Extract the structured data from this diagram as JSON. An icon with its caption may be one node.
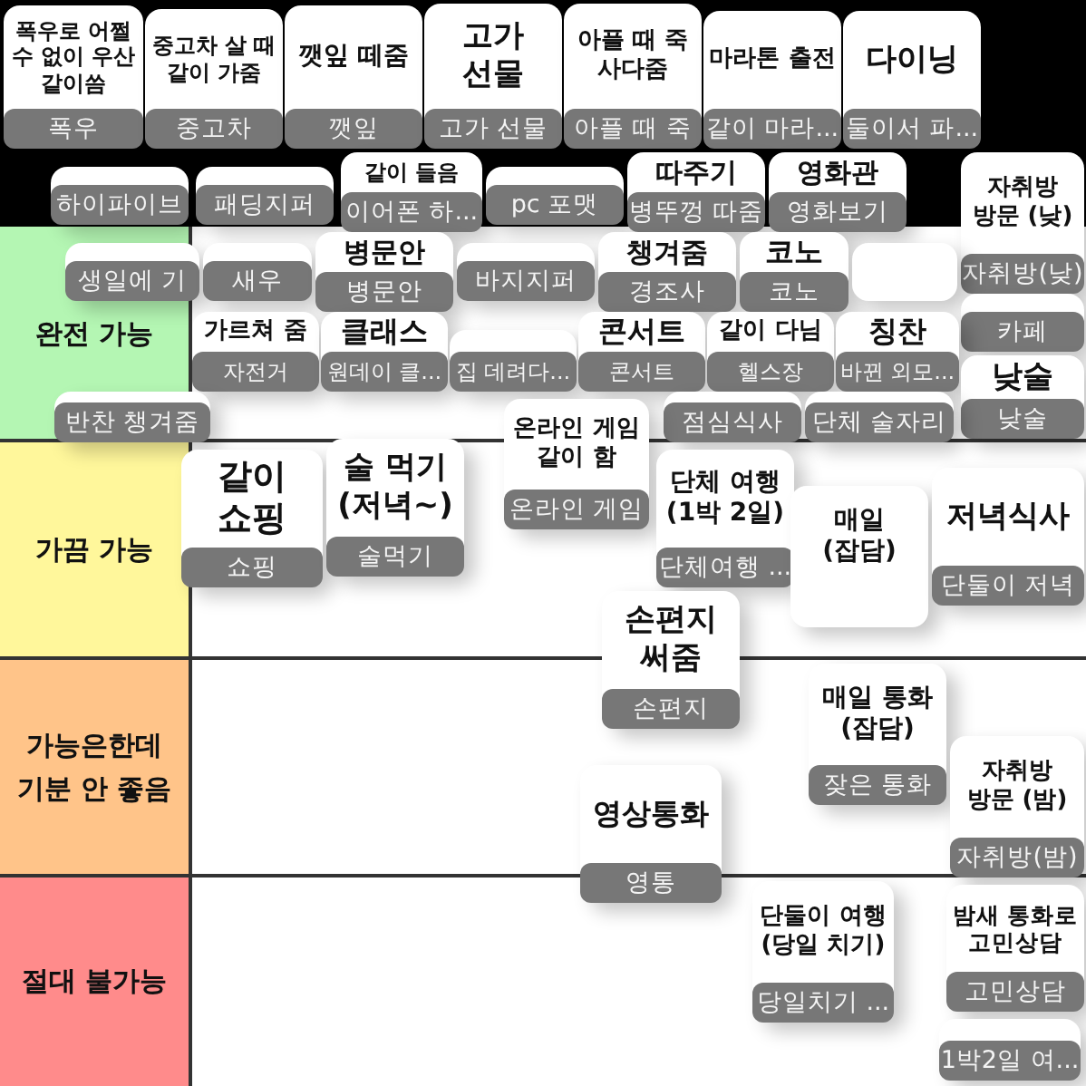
{
  "diagram": {
    "nodes": [
      {
        "text": [
          "폭우로 어쩔 수 없이 우산 같이씀",
          "폭우"
        ]
      },
      {
        "text": [
          "중고차 살 때 같이 가줌",
          "중고차"
        ]
      },
      {
        "text": [
          "깻잎 떼줌",
          "깻잎"
        ]
      },
      {
        "text": [
          "고가 선물",
          "고가 선물"
        ]
      },
      {
        "text": [
          "아플 때 죽 사다줌",
          "아플 때 죽"
        ]
      },
      {
        "text": [
          "마라톤 출전",
          "같이 마라..."
        ]
      },
      {
        "text": [
          "다이닝",
          "둘이서 파..."
        ]
      },
      {
        "text": [
          "하이파이브"
        ]
      },
      {
        "text": [
          "패딩지퍼"
        ]
      },
      {
        "text": [
          "같이 들음",
          "이어폰 하..."
        ]
      },
      {
        "text": [
          "pc 포맷"
        ]
      },
      {
        "text": [
          "따주기",
          "병뚜껑 따줌"
        ]
      },
      {
        "text": [
          "영화관",
          "영화보기"
        ]
      },
      {
        "text": [
          "자취방 방문 (낮)",
          "자취방(낮)"
        ]
      },
      {
        "text": [
          "생일에 기"
        ]
      },
      {
        "text": [
          "새우"
        ]
      },
      {
        "text": [
          "병문안",
          "병문안"
        ]
      },
      {
        "text": [
          "바지지퍼"
        ]
      },
      {
        "text": [
          "챙겨줌",
          "경조사"
        ]
      },
      {
        "text": [
          "코노",
          "코노"
        ]
      },
      {
        "text": [],
        "shape": "box"
      },
      {
        "text": [
          "카페"
        ]
      },
      {
        "text": [
          "완전 가능"
        ]
      },
      {
        "text": [
          "가르쳐 줌",
          "자전거"
        ]
      },
      {
        "text": [
          "클래스",
          "원데이 클..."
        ]
      },
      {
        "text": [
          "집 데려다..."
        ]
      },
      {
        "text": [
          "콘서트",
          "콘서트"
        ]
      },
      {
        "text": [
          "같이 다님",
          "헬스장"
        ]
      },
      {
        "text": [
          "칭찬",
          "바뀐 외모..."
        ]
      },
      {
        "text": [
          "낮술",
          "낮술"
        ]
      },
      {
        "text": [
          "반찬 챙겨줌"
        ]
      },
      {
        "text": [
          "점심식사"
        ]
      },
      {
        "text": [
          "단체 술자리"
        ]
      },
      {
        "text": [
          "온라인 게임 같이 함",
          "온라인 게임"
        ]
      },
      {
        "text": [
          "가끔 가능"
        ]
      },
      {
        "text": [
          "같이 쇼핑",
          "쇼핑"
        ]
      },
      {
        "text": [
          "술 먹기 (저녁~)",
          "술먹기"
        ]
      },
      {
        "text": [
          "단체 여행 (1박 2일)",
          "단체여행 ..."
        ]
      },
      {
        "text": [
          "매일 (잡담)"
        ]
      },
      {
        "text": [
          "저녁식사",
          "단둘이 저녁"
        ]
      },
      {
        "text": [
          "손편지 써줌",
          "손편지"
        ]
      },
      {
        "text": [
          "가능은한데 기분 안 좋음"
        ]
      },
      {
        "text": [
          "매일 통화 (잡담)",
          "잦은 통화"
        ]
      },
      {
        "text": [
          "자취방 방문 (밤)",
          "자취방(밤)"
        ]
      },
      {
        "text": [
          "영상통화",
          "영통"
        ]
      },
      {
        "text": [
          "절대 불가능"
        ]
      },
      {
        "text": [
          "단둘이 여행 (당일 치기)",
          "당일치기 ..."
        ]
      },
      {
        "text": [
          "밤새 통화로 고민상담",
          "고민상담"
        ]
      },
      {
        "text": [
          "1박2일 여..."
        ]
      }
    ]
  }
}
